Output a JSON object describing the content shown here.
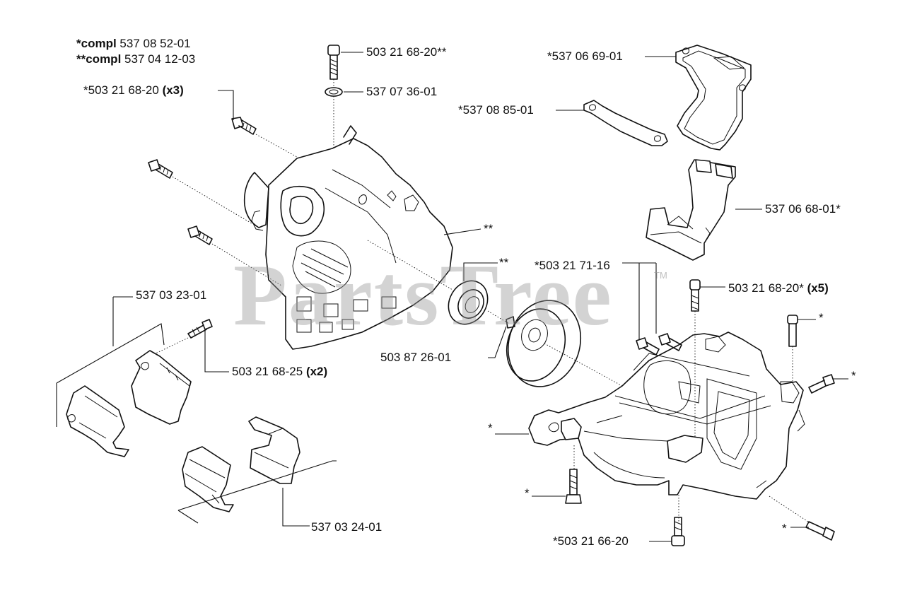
{
  "header": {
    "line1_mark": "*compl",
    "line1_num": "537 08 52-01",
    "line2_mark": "**compl",
    "line2_num": "537 04 12-03"
  },
  "labels": {
    "bolt_top": "503 21 68-20**",
    "washer_top": "537 07 36-01",
    "bolts_x3_num": "*503 21 68-20",
    "bolts_x3_qty": "(x3)",
    "gasket_large": "*537 06 69-01",
    "gasket_small": "*537 08 85-01",
    "housing_half": "**",
    "cover_bracket": "537 06 68-01*",
    "bearing_mark": "**",
    "studs_pair": "*503 21 71-16",
    "bolts_x5_num": "503 21 68-20*",
    "bolts_x5_qty": "(x5)",
    "clamp_a": "537 03 23-01",
    "screw_x2_num": "503 21 68-25",
    "screw_x2_qty": "(x2)",
    "drum": "503 87 26-01",
    "screw_right_a": "*",
    "screw_right_b": "*",
    "crankcase": "*",
    "screw_bottom_left": "*",
    "screw_bottom_right": "*",
    "clamp_b": "537 03 24-01",
    "bolt_bottom": "*503 21 66-20"
  },
  "watermark": {
    "text": "PartsTree",
    "tm": "TM"
  }
}
